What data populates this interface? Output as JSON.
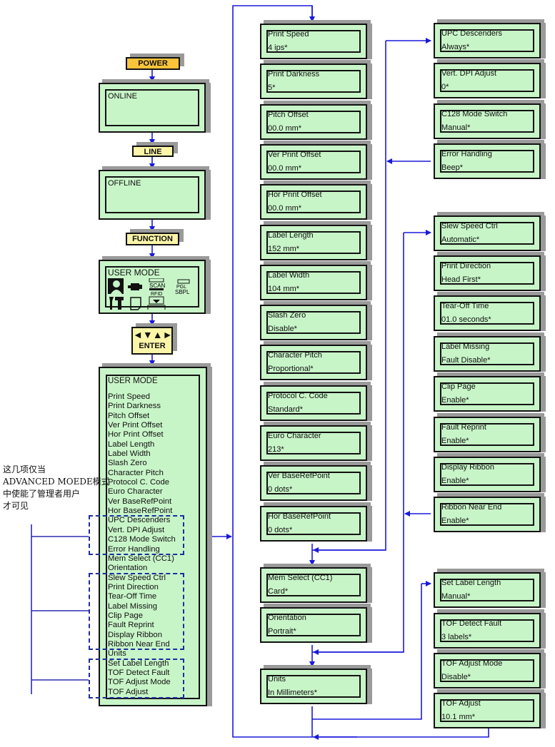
{
  "keys": {
    "power": "POWER",
    "line": "LINE",
    "function": "FUNCTION",
    "enter": "ENTER",
    "enter_arrows": "◄▼▲►"
  },
  "screens": {
    "online": "ONLINE",
    "offline": "OFFLINE",
    "user_mode_icons": {
      "title": "USER MODE",
      "icons": [
        "user-config-icon",
        "interface-connector-icon",
        "scan-rfid-icon",
        "emulation-pgl-sbpl-icon",
        "tools-icon",
        "page-icon",
        "download-icon"
      ],
      "icon_texts": {
        "scan": "SCAN",
        "rfid": "RFID",
        "pgl": "PGL",
        "sbpl": "SBPL"
      }
    },
    "user_mode_list": {
      "title": "USER MODE",
      "items": [
        "Print Speed",
        "Print Darkness",
        "Pitch Offset",
        "Ver Print Offset",
        "Hor Print Offset",
        "Label Length",
        "Label Width",
        "Slash Zero",
        "Character Pitch",
        "Protocol C. Code",
        "Euro Character",
        "Ver BaseRefPoint",
        "Hor BaseRefPoint",
        "UPC Descenders",
        "Vert. DPI Adjust",
        "C128 Mode Switch",
        "Error Handling",
        "Mem Select (CC1)",
        "Orientation",
        "Slew Speed Ctrl",
        "Print Direction",
        "Tear-Off Time",
        "Label Missing",
        "Clip Page",
        "Fault Reprint",
        "Display Ribbon",
        "Ribbon Near End",
        "Units",
        "Set Label Length",
        "TOF Detect Fault",
        "TOF Adjust Mode",
        "TOF Adjust"
      ]
    }
  },
  "note": {
    "lines": [
      "这几项仅当",
      "ADVANCED MOEDE模式",
      "中使能了管理者用户",
      "才可见"
    ]
  },
  "column_main": [
    {
      "name": "Print Speed",
      "value": "4 ips*"
    },
    {
      "name": "Print Darkness",
      "value": "5*"
    },
    {
      "name": "Pitch Offset",
      "value": "00.0 mm*"
    },
    {
      "name": "Ver Print Offset",
      "value": "00.0 mm*"
    },
    {
      "name": "Hor Print Offset",
      "value": "00.0 mm*"
    },
    {
      "name": "Label Length",
      "value": "152 mm*"
    },
    {
      "name": "Label Width",
      "value": "104 mm*"
    },
    {
      "name": "Slash Zero",
      "value": "Disable*"
    },
    {
      "name": "Character Pitch",
      "value": "Proportional*"
    },
    {
      "name": "Protocol C. Code",
      "value": "Standard*"
    },
    {
      "name": "Euro Character",
      "value": "213*"
    },
    {
      "name": "Ver BaseRefPoint",
      "value": "0 dots*"
    },
    {
      "name": "Hor BaseRefPoint",
      "value": "0 dots*"
    }
  ],
  "column_main_lower": [
    {
      "name": "Mem Select (CC1)",
      "value": "Card*"
    },
    {
      "name": "Orientation",
      "value": "Portrait*"
    },
    {
      "name": "Units",
      "value": "In Millimeters*"
    }
  ],
  "column_right_a": [
    {
      "name": "UPC Descenders",
      "value": "Always*"
    },
    {
      "name": "Vert. DPI Adjust",
      "value": "0*"
    },
    {
      "name": "C128 Mode Switch",
      "value": "Manual*"
    },
    {
      "name": "Error Handling",
      "value": "Beep*"
    }
  ],
  "column_right_b": [
    {
      "name": "Slew Speed Ctrl",
      "value": "Automatic*"
    },
    {
      "name": "Print Direction",
      "value": "Head First*"
    },
    {
      "name": "Tear-Off Time",
      "value": "01.0  seconds*"
    },
    {
      "name": "Label Missing",
      "value": "Fault Disable*"
    },
    {
      "name": "Clip Page",
      "value": "Enable*"
    },
    {
      "name": "Fault Reprint",
      "value": "Enable*"
    },
    {
      "name": "Display Ribbon",
      "value": "Enable*"
    },
    {
      "name": "Ribbon Near End",
      "value": "Enable*"
    }
  ],
  "column_right_c": [
    {
      "name": "Set Label Length",
      "value": "Manual*"
    },
    {
      "name": "TOF Detect Fault",
      "value": "3 labels*"
    },
    {
      "name": "TOF Adjust Mode",
      "value": "Disable*"
    },
    {
      "name": "TOF Adjust",
      "value": "10.1  mm*"
    }
  ],
  "colors": {
    "lcd_fill": "#c8f5c8",
    "wire": "#1a1adb",
    "dashed_group": "#1d2f9e",
    "power_key": "#f9c43a",
    "other_keys": "#fbf5a8"
  }
}
